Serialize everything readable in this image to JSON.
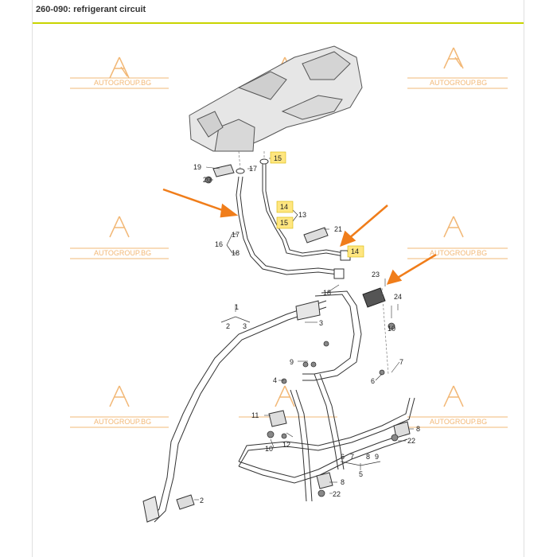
{
  "title": "260-090: refrigerant circuit",
  "watermark_text": "AUTOGROUP.BG",
  "colors": {
    "arrow": "#f07d1a",
    "highlight": "#ffe680",
    "watermark": "#f2b877",
    "accent_line": "#c8d400"
  },
  "labels": {
    "l1": "1",
    "l2": "2",
    "l3": "3",
    "l2b": "2",
    "l3b": "3",
    "l4": "4",
    "l5": "5",
    "l6": "6",
    "l6b": "6",
    "l7": "7",
    "l7b": "7",
    "l8": "8",
    "l8b": "8",
    "l8c": "8",
    "l9": "9",
    "l9b": "9",
    "l10": "10",
    "l10b": "10",
    "l11": "11",
    "l12": "12",
    "l13": "13",
    "l14a": "14",
    "l14b": "14",
    "l15a": "15",
    "l15b": "15",
    "l16": "16",
    "l17a": "17",
    "l17b": "17",
    "l18a": "18",
    "l18b": "18",
    "l19": "19",
    "l20": "20",
    "l21": "21",
    "l22a": "22",
    "l22b": "22",
    "l23": "23",
    "l24": "24"
  }
}
